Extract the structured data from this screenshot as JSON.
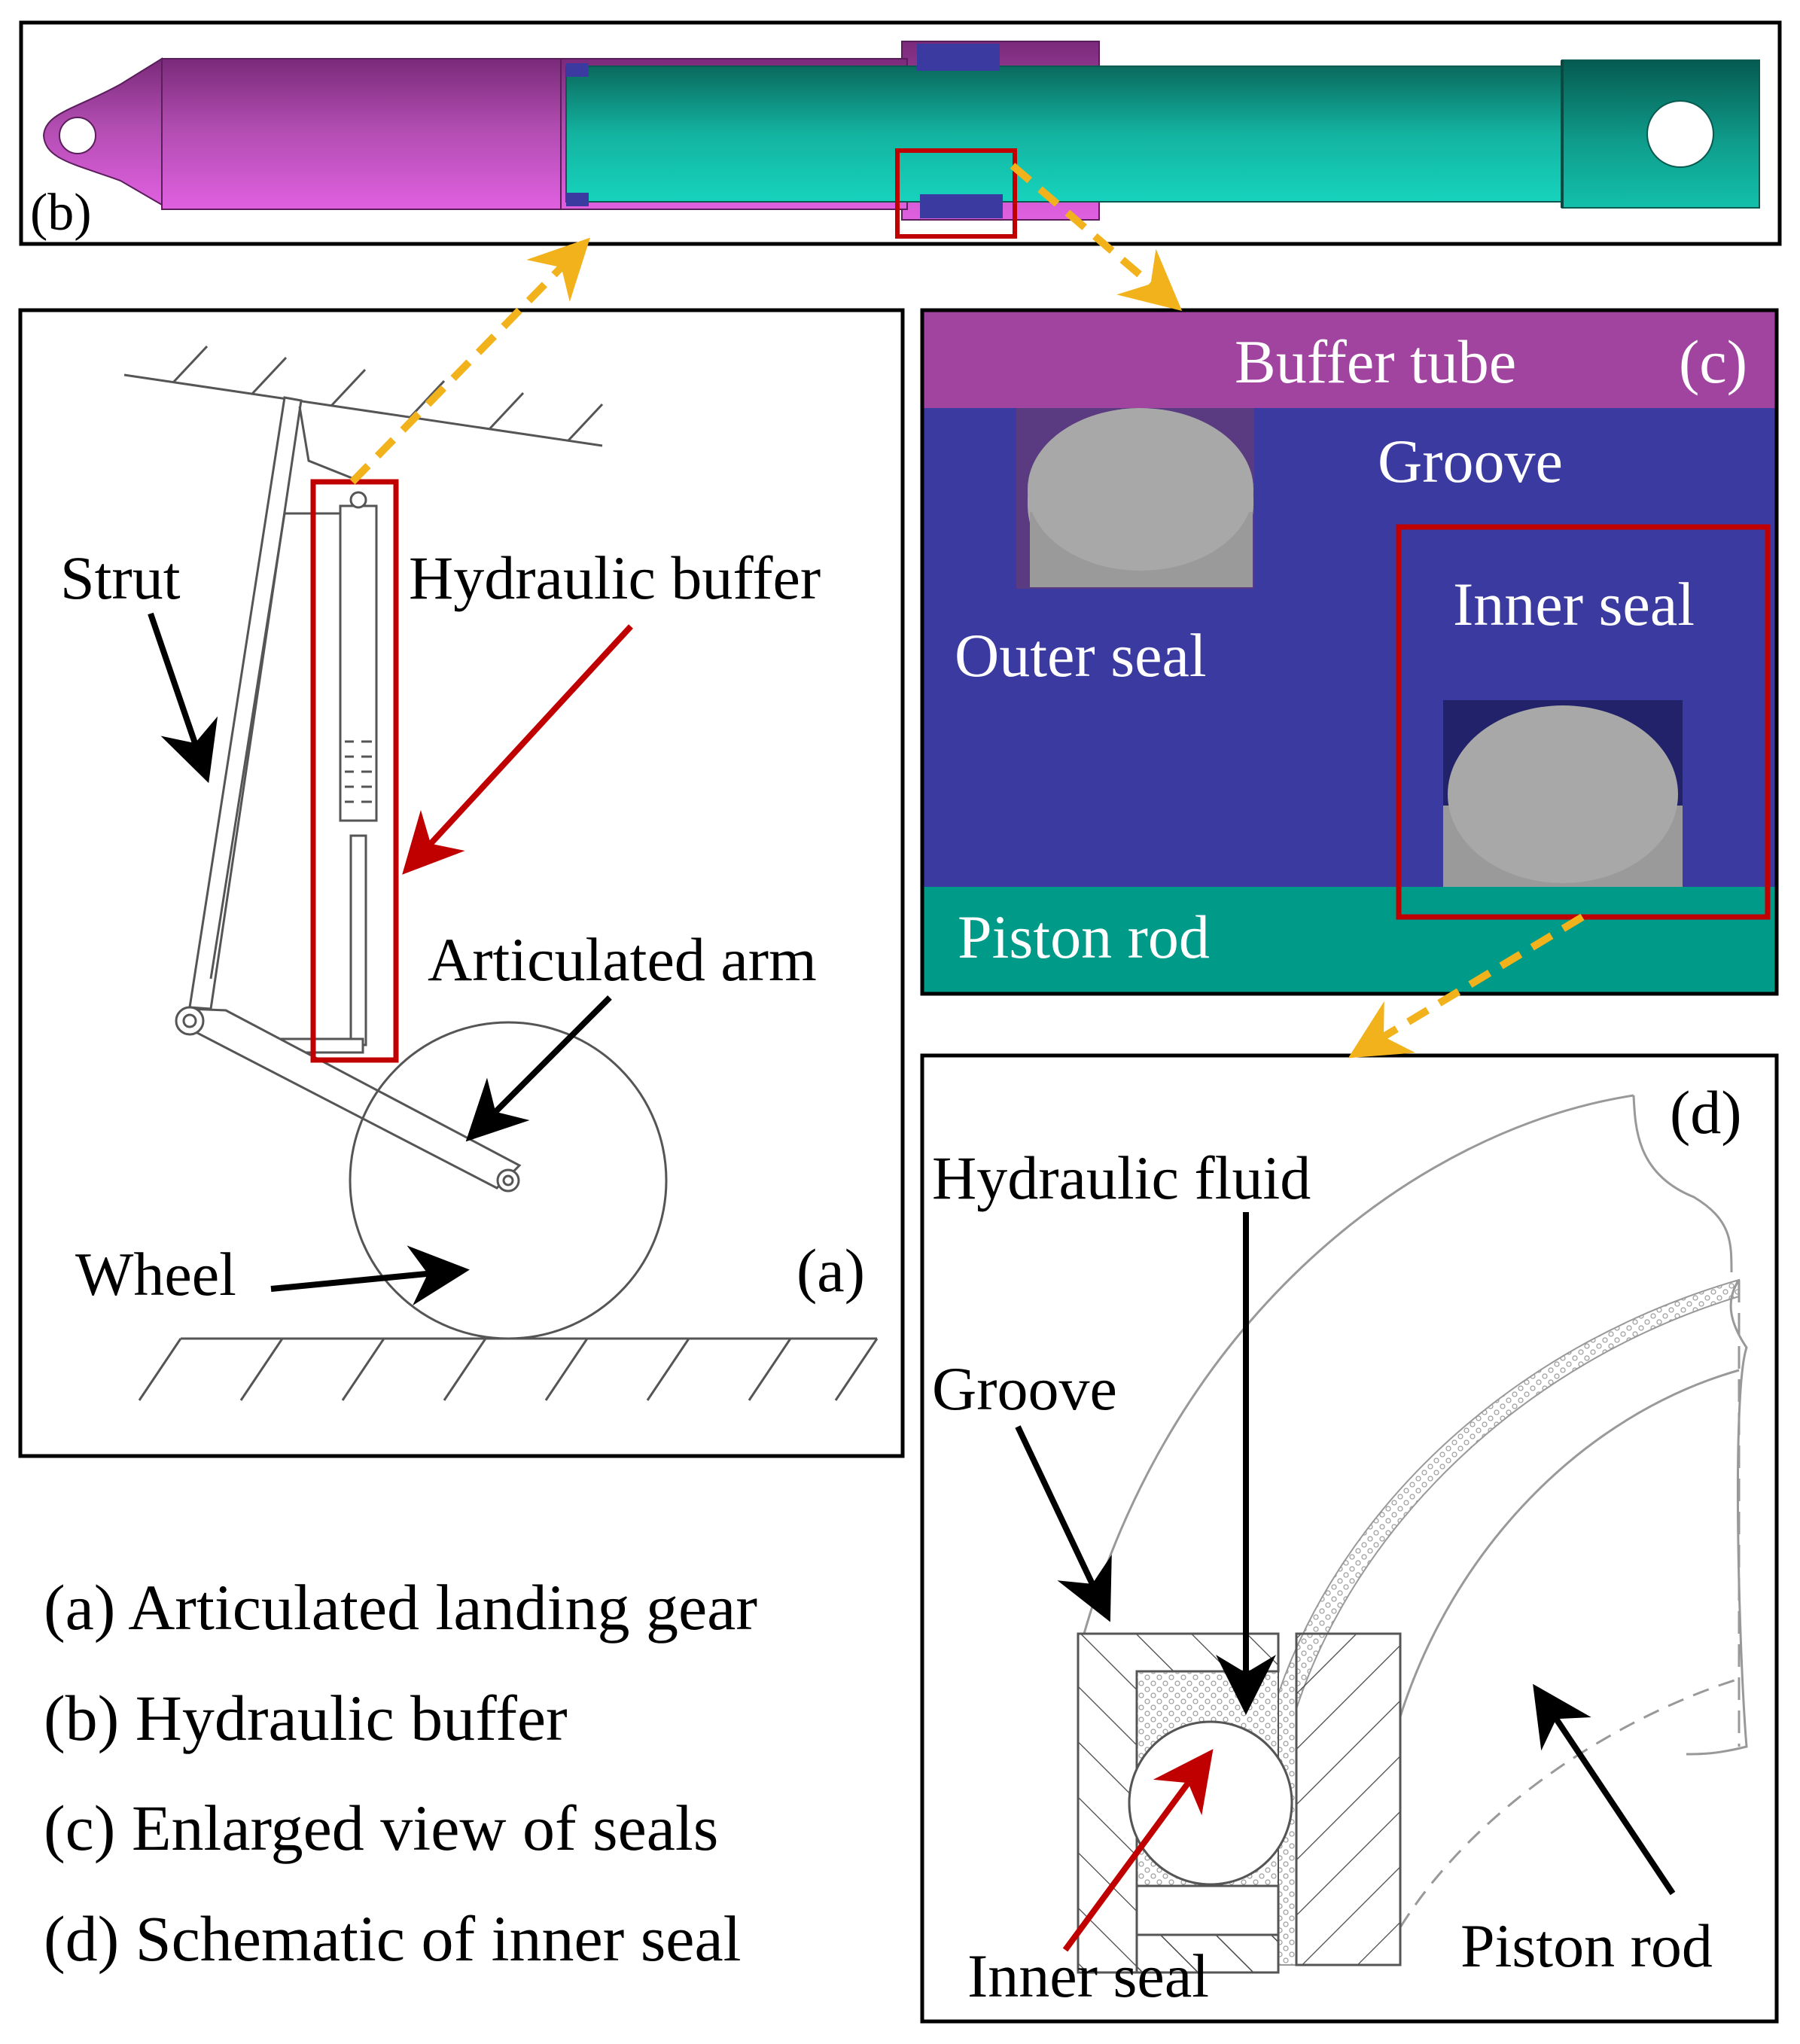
{
  "colors": {
    "purple": "#a044a0",
    "magenta": "#cc44cc",
    "teal": "#009a88",
    "navy": "#3a3aa0",
    "seal_gray": "#a8a8a8",
    "highlight_red": "#c00000",
    "arrow_orange": "#f2b21c",
    "frame": "#000000"
  },
  "panel_a": {
    "tag": "(a)",
    "labels": {
      "strut": "Strut",
      "hydraulic_buffer": "Hydraulic buffer",
      "articulated_arm": "Articulated arm",
      "wheel": "Wheel"
    }
  },
  "panel_b": {
    "tag": "(b)"
  },
  "panel_c": {
    "tag": "(c)",
    "labels": {
      "buffer_tube": "Buffer tube",
      "groove": "Groove",
      "outer_seal": "Outer seal",
      "inner_seal": "Inner seal",
      "piston_rod": "Piston rod"
    }
  },
  "panel_d": {
    "tag": "(d)",
    "labels": {
      "hydraulic_fluid": "Hydraulic fluid",
      "groove": "Groove",
      "inner_seal": "Inner seal",
      "piston_rod": "Piston rod"
    }
  },
  "captions": [
    "(a) Articulated landing gear",
    "(b) Hydraulic buffer",
    "(c) Enlarged view of seals",
    "(d) Schematic of inner seal"
  ]
}
